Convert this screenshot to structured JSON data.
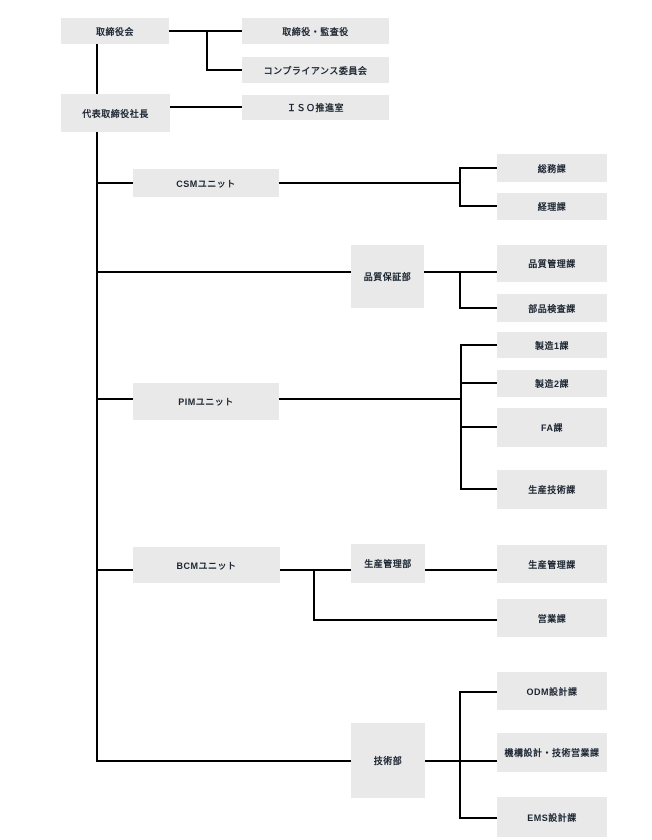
{
  "diagram": {
    "type": "org-chart",
    "colors": {
      "background": "#ffffff",
      "box_fill": "#e9e9e9",
      "line": "#000000",
      "text": "#1a2430"
    },
    "nodes": {
      "board": {
        "label": "取締役会"
      },
      "directors_auditors": {
        "label": "取締役・監査役"
      },
      "compliance": {
        "label": "コンプライアンス委員会"
      },
      "president": {
        "label": "代表取締役社長"
      },
      "iso": {
        "label": "ＩＳＯ推進室"
      },
      "csm": {
        "label": "CSMユニット"
      },
      "soumu": {
        "label": "総務課"
      },
      "keiri": {
        "label": "経理課"
      },
      "qa_dept": {
        "label": "品質保証部"
      },
      "qc": {
        "label": "品質管理課"
      },
      "parts_inspection": {
        "label": "部品検査課"
      },
      "pim": {
        "label": "PIMユニット"
      },
      "mfg1": {
        "label": "製造1課"
      },
      "mfg2": {
        "label": "製造2課"
      },
      "fa": {
        "label": "FA課"
      },
      "prod_eng": {
        "label": "生産技術課"
      },
      "bcm": {
        "label": "BCMユニット"
      },
      "prod_mgmt_dept": {
        "label": "生産管理部"
      },
      "prod_mgmt": {
        "label": "生産管理課"
      },
      "sales": {
        "label": "営業課"
      },
      "eng_dept": {
        "label": "技術部"
      },
      "odm": {
        "label": "ODM設計課"
      },
      "mech": {
        "label": "機構設計・技術営業課"
      },
      "ems": {
        "label": "EMS設計課"
      }
    },
    "hierarchy": {
      "board": [
        "directors_auditors",
        "compliance",
        "president"
      ],
      "president": [
        "iso",
        "csm",
        "qa_dept",
        "pim",
        "bcm",
        "eng_dept"
      ],
      "csm": [
        "soumu",
        "keiri"
      ],
      "qa_dept": [
        "qc",
        "parts_inspection"
      ],
      "pim": [
        "mfg1",
        "mfg2",
        "fa",
        "prod_eng"
      ],
      "bcm": [
        "prod_mgmt_dept",
        "sales"
      ],
      "prod_mgmt_dept": [
        "prod_mgmt"
      ],
      "eng_dept": [
        "odm",
        "mech",
        "ems"
      ]
    }
  }
}
